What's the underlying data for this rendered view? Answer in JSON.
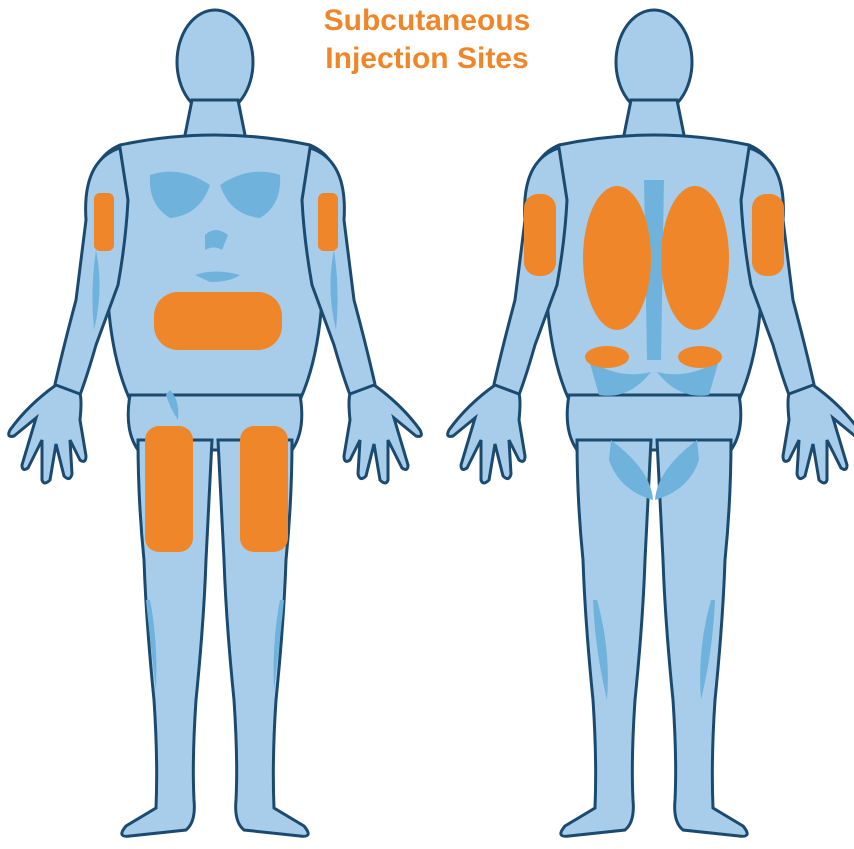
{
  "title": {
    "line1": "Subcutaneous",
    "line2": "Injection Sites"
  },
  "colors": {
    "skin": "#a7cdeb",
    "shade": "#6fb3dd",
    "outline": "#1c4a6e",
    "site": "#f0862a"
  },
  "figures": [
    {
      "view": "front",
      "sites": [
        "left-upper-arm",
        "right-upper-arm",
        "abdomen",
        "left-thigh",
        "right-thigh"
      ]
    },
    {
      "view": "back",
      "sites": [
        "left-upper-arm",
        "right-upper-arm",
        "left-upper-back",
        "right-upper-back",
        "left-lower-back",
        "right-lower-back"
      ]
    }
  ]
}
